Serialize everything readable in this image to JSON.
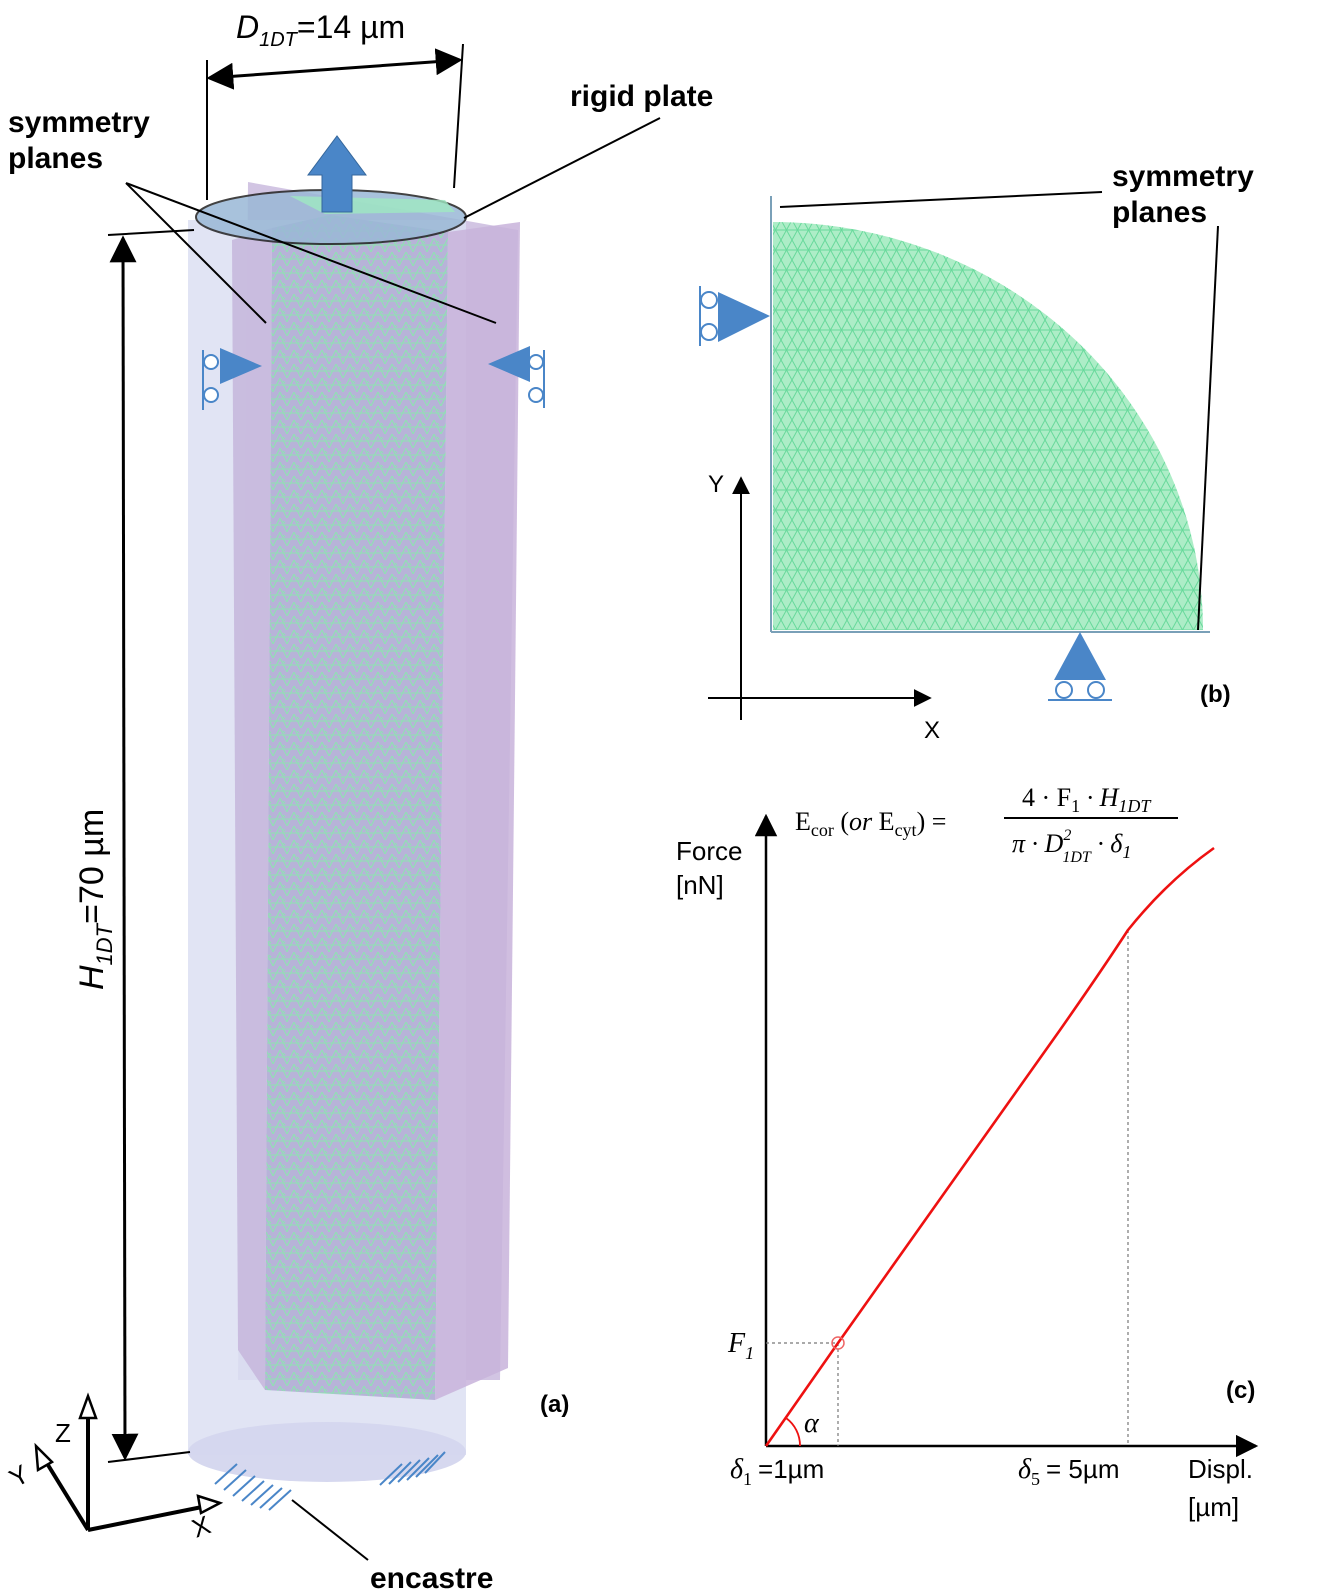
{
  "panel_a": {
    "label": "(a)",
    "diameter": {
      "symbol": "D",
      "sub": "1DT",
      "value": "=14 µm"
    },
    "height": {
      "symbol": "H",
      "sub": "1DT",
      "value": "=70 µm"
    },
    "rigid_plate_label": "rigid plate",
    "symmetry_label_line1": "symmetry",
    "symmetry_label_line2": "planes",
    "encastre_label": "encastre",
    "axes": {
      "z": "Z",
      "y": "Y",
      "x": "X"
    }
  },
  "panel_b": {
    "label": "(b)",
    "symmetry_label_line1": "symmetry",
    "symmetry_label_line2": "planes",
    "axes": {
      "x": "X",
      "y": "Y"
    }
  },
  "panel_c": {
    "label": "(c)",
    "y_axis_line1": "Force",
    "y_axis_line2": "[nN]",
    "x_axis_line1": "Displ.",
    "x_axis_line2": "[µm]",
    "f1_symbol": "F",
    "f1_sub": "1",
    "alpha": "α",
    "delta1_symbol": "δ",
    "delta1_sub": "1",
    "delta1_value": "=1µm",
    "delta5_symbol": "δ",
    "delta5_sub": "5",
    "delta5_value": "= 5µm",
    "formula": {
      "lhs_E": "E",
      "lhs_sub_cor": "cor",
      "lhs_or": "or",
      "lhs_sub_cyt": "cyt",
      "numerator_prefix": "4 · F",
      "numerator_sub": "1",
      "numerator_mid": "· H",
      "numerator_sub2": "1DT",
      "denominator_prefix": "π · D",
      "denominator_sup": "2",
      "denominator_sub": "1DT",
      "denominator_mid": "· δ",
      "denominator_sub2": "1"
    },
    "colors": {
      "curve": "#ee1111"
    }
  },
  "colors": {
    "mesh": "#88e8b0",
    "mesh_line": "#6fdc9f",
    "support": "#4a86c8",
    "cylinder": "#d9dcf0",
    "plane": "#c9b6dc"
  }
}
